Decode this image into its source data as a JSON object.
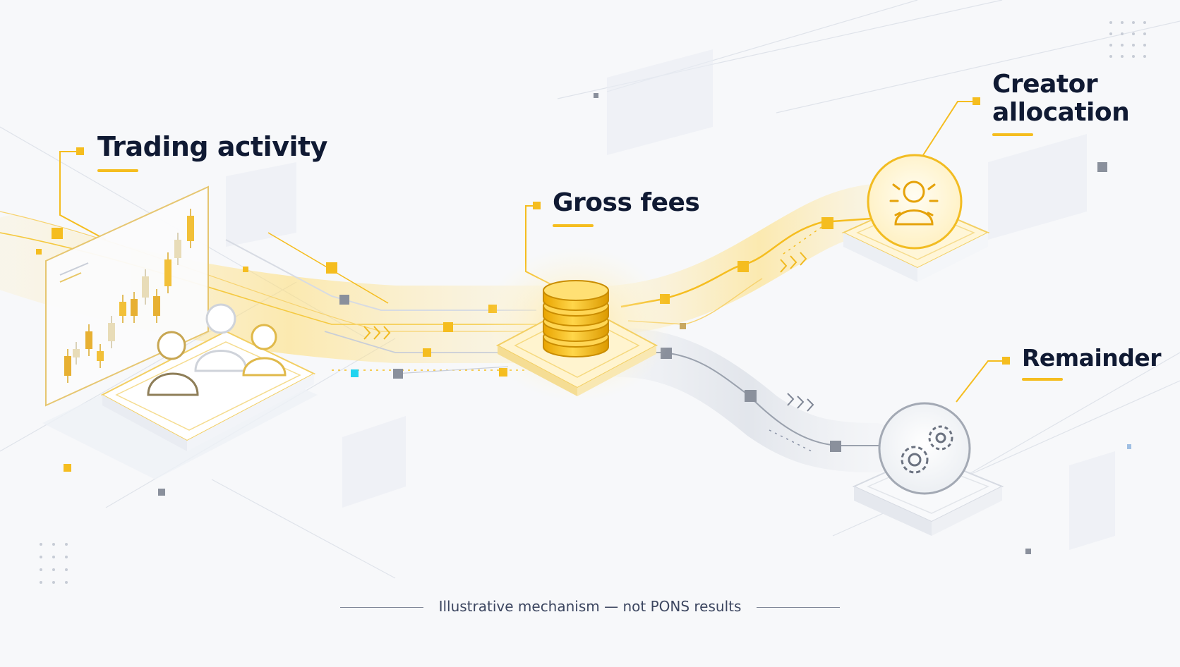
{
  "labels": {
    "trading": "Trading activity",
    "gross_fees": "Gross fees",
    "creator_line1": "Creator",
    "creator_line2": "allocation",
    "remainder": "Remainder"
  },
  "footer": "Illustrative mechanism — not PONS results",
  "colors": {
    "accent": "#f5bd1f",
    "accent_dark": "#d99a00",
    "text": "#101a33",
    "muted": "#8a93a6",
    "cyan": "#20d4f0"
  },
  "icons": {
    "trading_panel": "candlestick-chart-icon",
    "users": "users-group-icon",
    "fees": "coin-stack-icon",
    "creator": "person-icon",
    "remainder": "gears-icon"
  }
}
